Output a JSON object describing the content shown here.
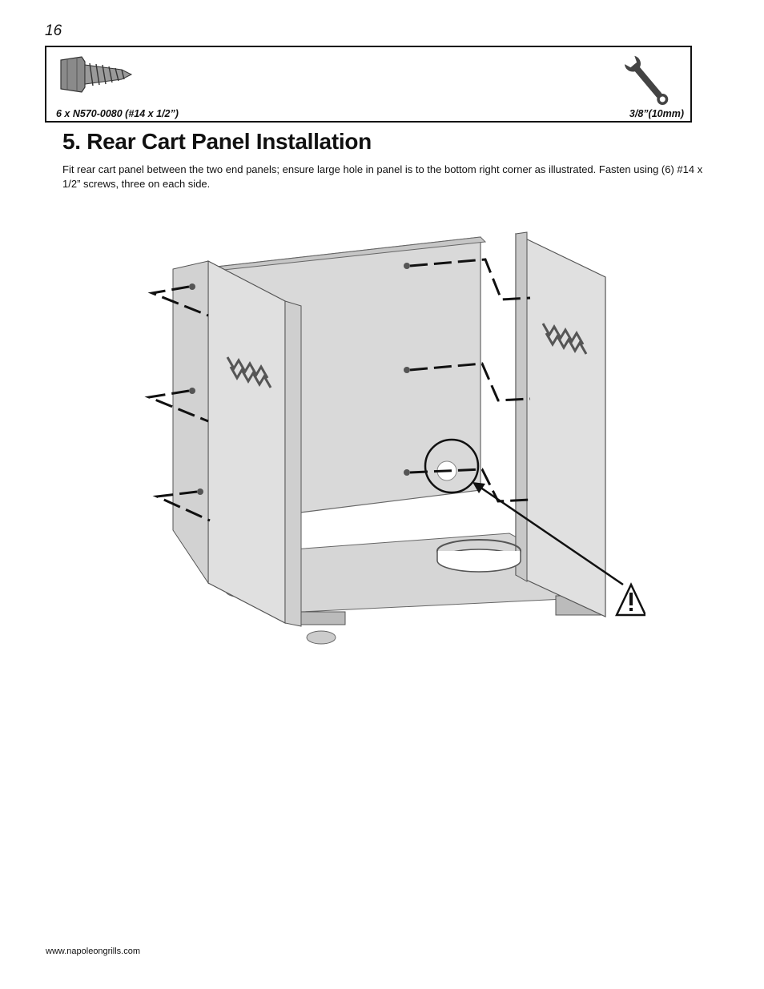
{
  "page": {
    "number": "16",
    "footer_url": "www.napoleongrills.com"
  },
  "parts": {
    "screw_label": "6 x N570-0080 (#14 x 1/2”)",
    "screw_icon": "hex-screw-icon",
    "wrench_label": "3/8”(10mm)",
    "wrench_icon": "wrench-icon"
  },
  "section": {
    "title": "5. Rear Cart Panel Installation",
    "instructions": "Fit rear cart panel between the two end panels; ensure large hole in panel is to the bottom right corner as illustrated.  Fasten using (6) #14 x 1/2” screws, three on each side."
  },
  "illustration": {
    "warning_icon": "warning-triangle-icon",
    "highlight": "large-hole-callout"
  }
}
